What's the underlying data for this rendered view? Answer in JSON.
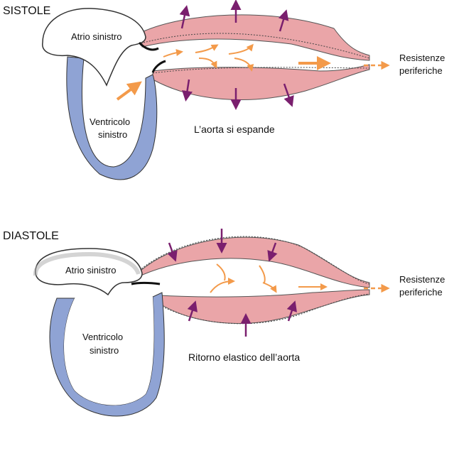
{
  "panels": [
    {
      "title": "SISTOLE",
      "atrium": "Atrio sinistro",
      "ventricle_line1": "Ventricolo",
      "ventricle_line2": "sinistro",
      "caption": "L’aorta si espande",
      "resist_line1": "Resistenze",
      "resist_line2": "periferiche"
    },
    {
      "title": "DIASTOLE",
      "atrium": "Atrio sinistro",
      "ventricle_line1": "Ventricolo",
      "ventricle_line2": "sinistro",
      "caption": "Ritorno elastico dell’aorta",
      "resist_line1": "Resistenze",
      "resist_line2": "periferiche"
    }
  ],
  "colors": {
    "ventricle_wall": "#8fa3d4",
    "aorta_wall": "#eaa5a8",
    "flow_arrow": "#f39a4a",
    "pressure_arrow": "#7a1f6e",
    "outline": "#333333"
  }
}
